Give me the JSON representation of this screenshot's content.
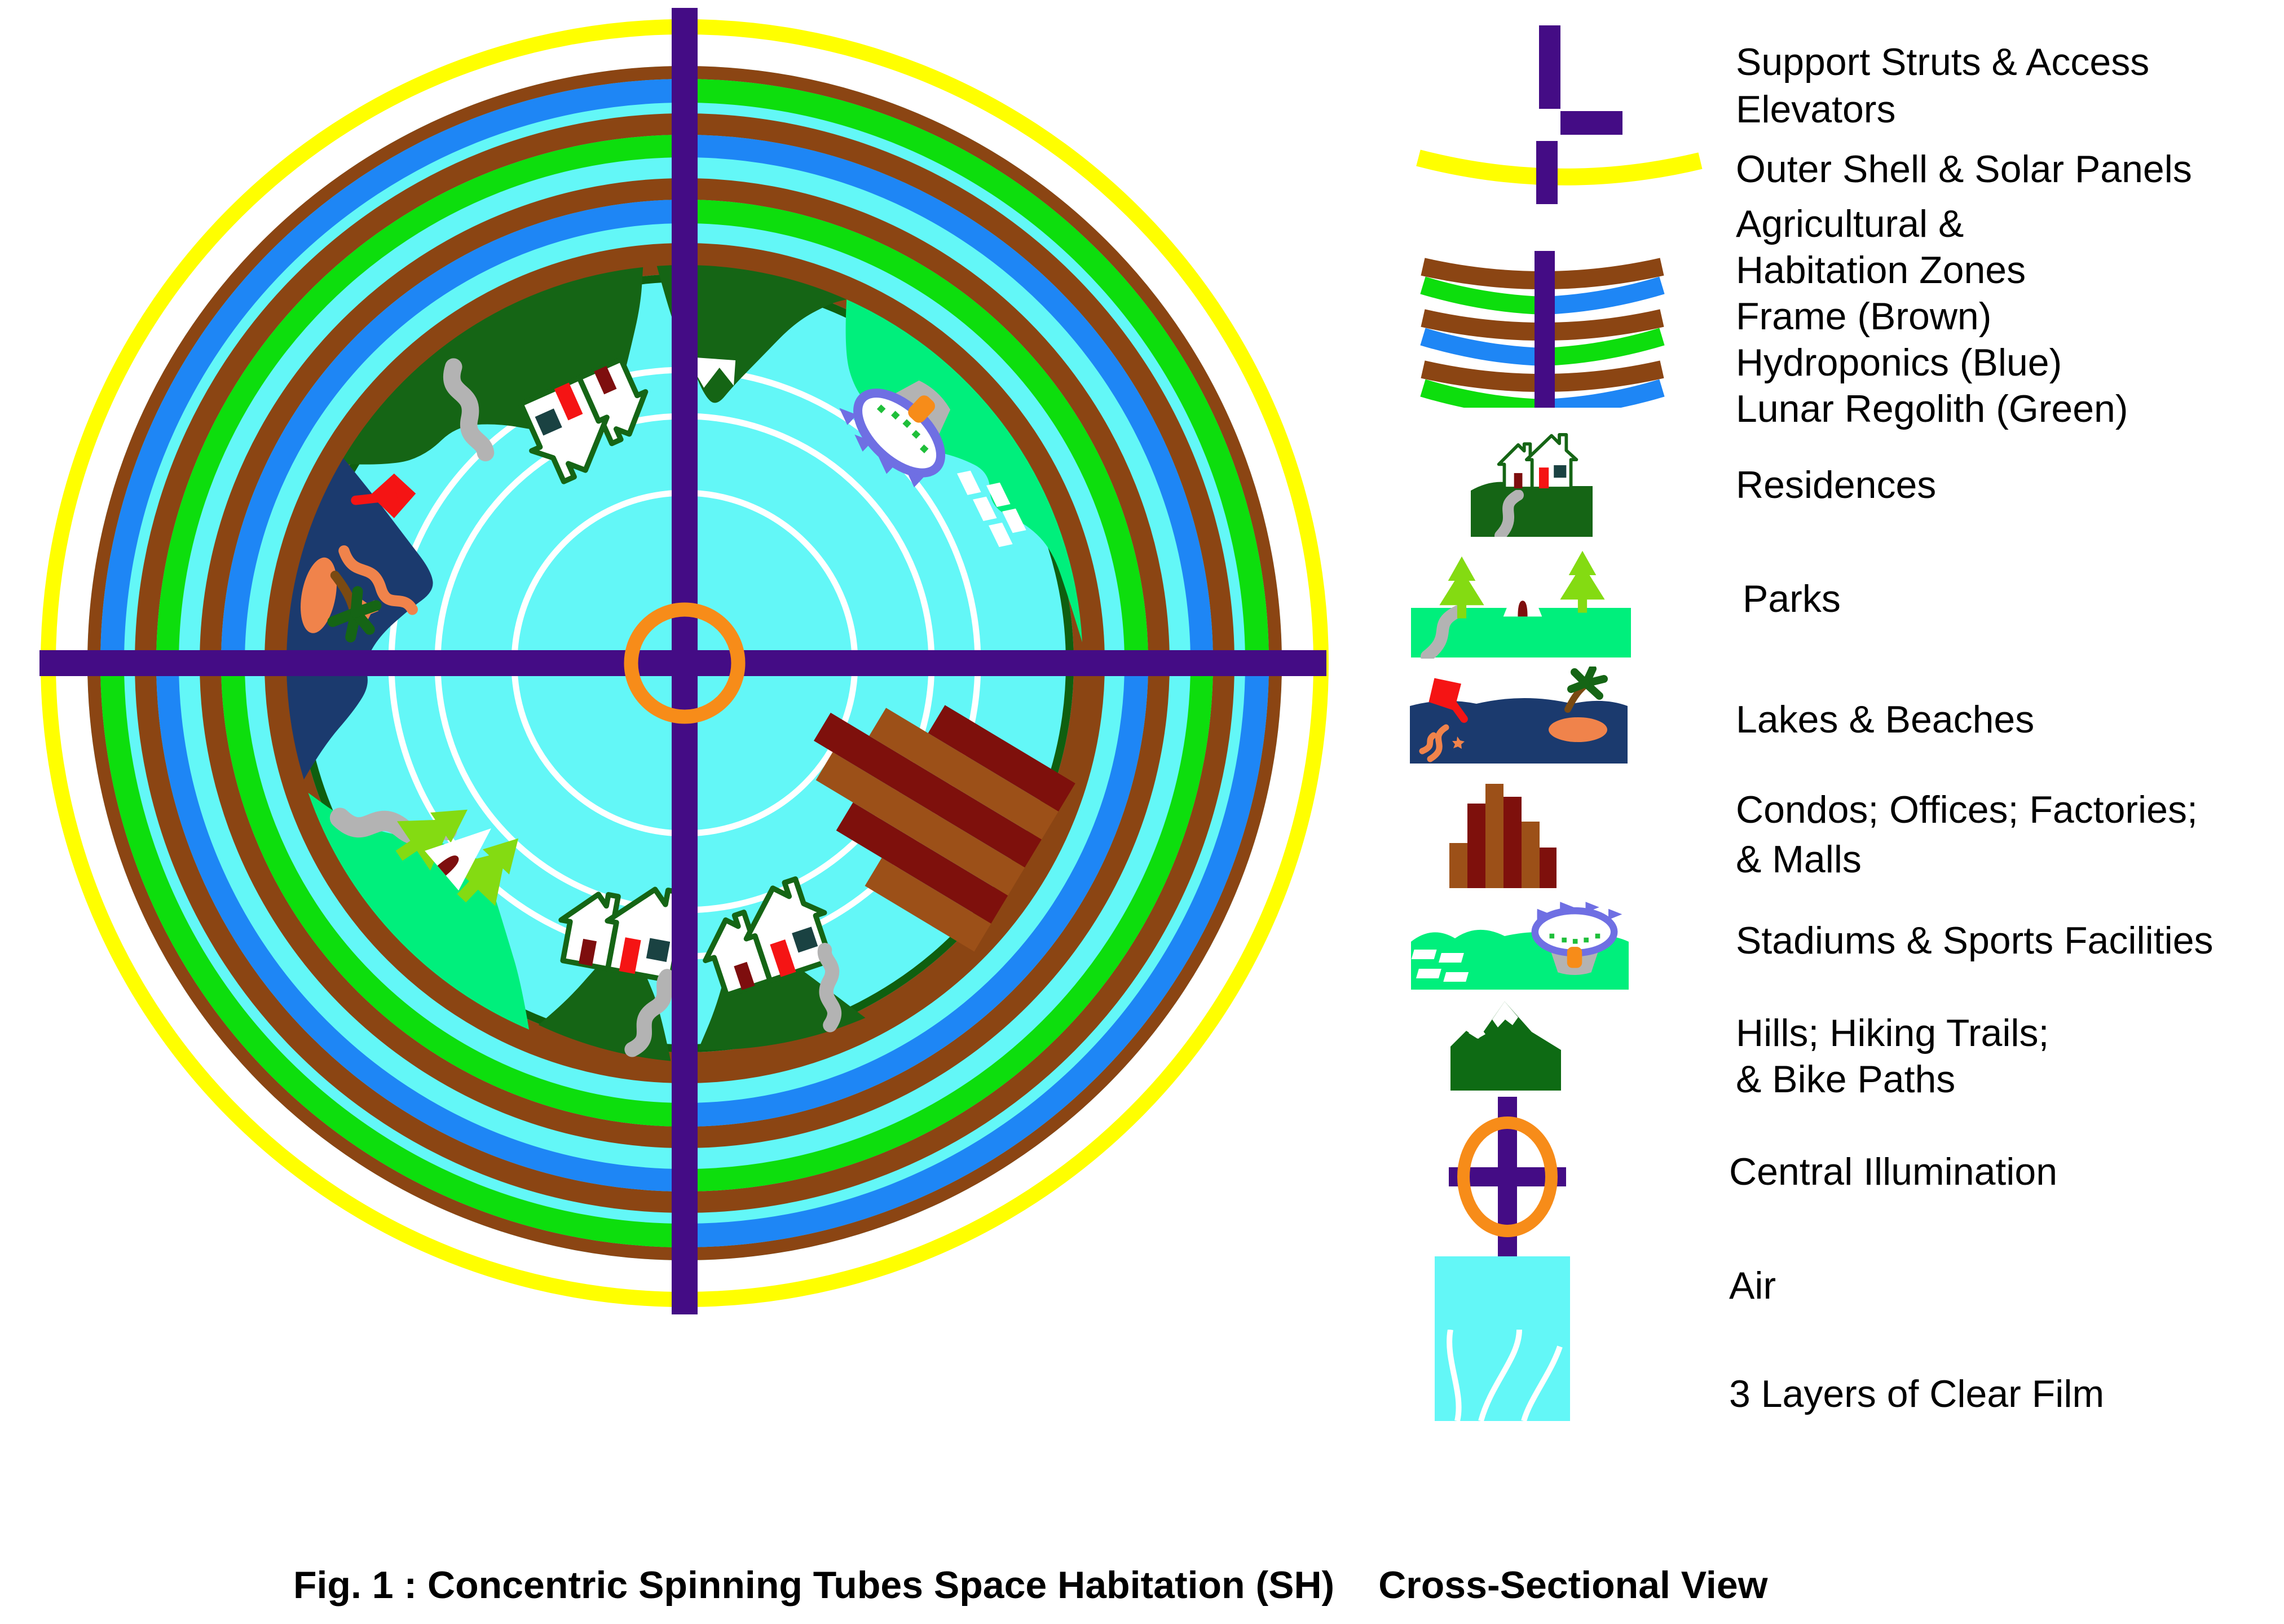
{
  "figure": {
    "caption_main": "Fig. 1 : Concentric Spinning Tubes Space Habitation (SH)",
    "caption_suffix": "Cross-Sectional View"
  },
  "legend": {
    "items": [
      {
        "id": "support-struts",
        "icon": "support-struts-icon",
        "lines": [
          "Support Struts & Access",
          "Elevators"
        ]
      },
      {
        "id": "outer-shell",
        "icon": "outer-shell-icon",
        "lines": [
          "Outer Shell & Solar Panels"
        ]
      },
      {
        "id": "ag-zones",
        "icon": "agricultural-zones-icon",
        "lines": [
          "Agricultural &",
          "Habitation Zones",
          "Frame (Brown)",
          "Hydroponics (Blue)",
          "Lunar Regolith (Green)"
        ]
      },
      {
        "id": "residences",
        "icon": "residences-icon",
        "lines": [
          "Residences"
        ]
      },
      {
        "id": "parks",
        "icon": "parks-icon",
        "lines": [
          "Parks"
        ]
      },
      {
        "id": "lakes-beaches",
        "icon": "lakes-beaches-icon",
        "lines": [
          "Lakes & Beaches"
        ]
      },
      {
        "id": "condos",
        "icon": "condos-icon",
        "lines": [
          "Condos; Offices; Factories;",
          "& Malls"
        ]
      },
      {
        "id": "stadiums",
        "icon": "stadiums-icon",
        "lines": [
          "Stadiums & Sports Facilities"
        ]
      },
      {
        "id": "hills",
        "icon": "hills-icon",
        "lines": [
          "Hills; Hiking Trails;",
          "& Bike Paths"
        ]
      },
      {
        "id": "central-illumination",
        "icon": "central-illumination-icon",
        "lines": [
          "Central Illumination"
        ]
      },
      {
        "id": "air",
        "icon": "air-icon",
        "lines": [
          "Air"
        ]
      },
      {
        "id": "clear-film",
        "icon": "clear-film-icon",
        "lines": [
          "3 Layers of Clear Film"
        ]
      }
    ]
  },
  "colors": {
    "air": "#63F7F7",
    "shell_yellow": "#FFFF00",
    "frame_brown": "#8B4513",
    "hydroponics_blue": "#1E86F5",
    "regolith_green": "#0DDE0D",
    "strut_purple": "#440C85",
    "illumination_orange": "#F78C19",
    "park_green": "#00EF7C",
    "terrain_green": "#156515",
    "lining_green": "#0F5F0F",
    "lake_navy": "#1B3A6E",
    "beach_orange": "#F0834B",
    "building_maroon": "#7E100C",
    "building_brown": "#9C5018",
    "stadium_periwinkle": "#6F6FE3",
    "path_gray": "#B3B3B3",
    "tree_green": "#84DB12",
    "door_red": "#F51414",
    "door_maroon": "#7E0E0E",
    "window_teal": "#1A4242",
    "film_white": "#FFFFFF"
  }
}
